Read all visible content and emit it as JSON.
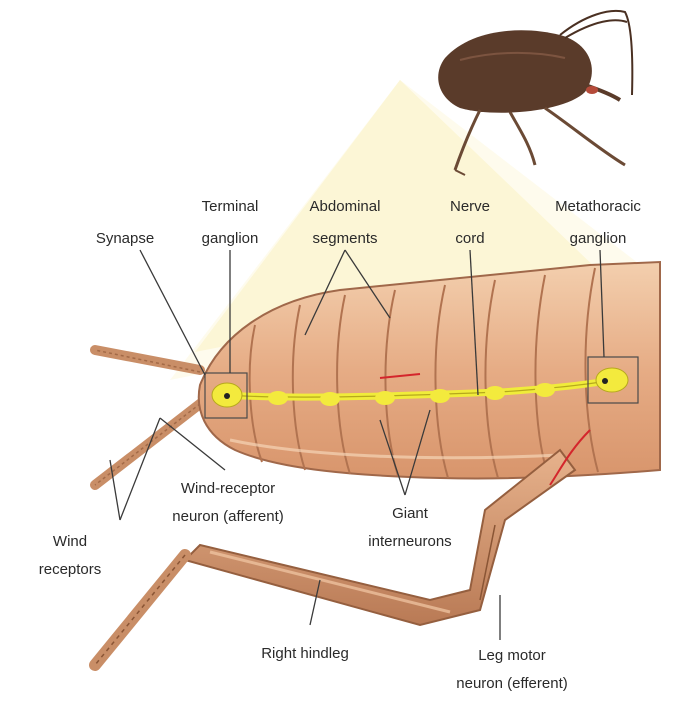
{
  "labels": {
    "synapse": "Synapse",
    "terminal_ganglion_1": "Terminal",
    "terminal_ganglion_2": "ganglion",
    "abdominal_segments_1": "Abdominal",
    "abdominal_segments_2": "segments",
    "nerve_cord_1": "Nerve",
    "nerve_cord_2": "cord",
    "metathoracic_ganglion_1": "Metathoracic",
    "metathoracic_ganglion_2": "ganglion",
    "wind_receptor_neuron_1": "Wind-receptor",
    "wind_receptor_neuron_2": "neuron (afferent)",
    "wind_receptors_1": "Wind",
    "wind_receptors_2": "receptors",
    "giant_interneurons_1": "Giant",
    "giant_interneurons_2": "interneurons",
    "right_hindleg": "Right hindleg",
    "leg_motor_neuron_1": "Leg motor",
    "leg_motor_neuron_2": "neuron (efferent)"
  },
  "colors": {
    "beam": "#fbf3c7",
    "body_fill": "#e9b48f",
    "body_stroke": "#a0684a",
    "nerve": "#f0ec3a",
    "nerve_stroke": "#b6a91c",
    "cricket": "#5a3b2a",
    "label_line": "#3a3a3a"
  }
}
